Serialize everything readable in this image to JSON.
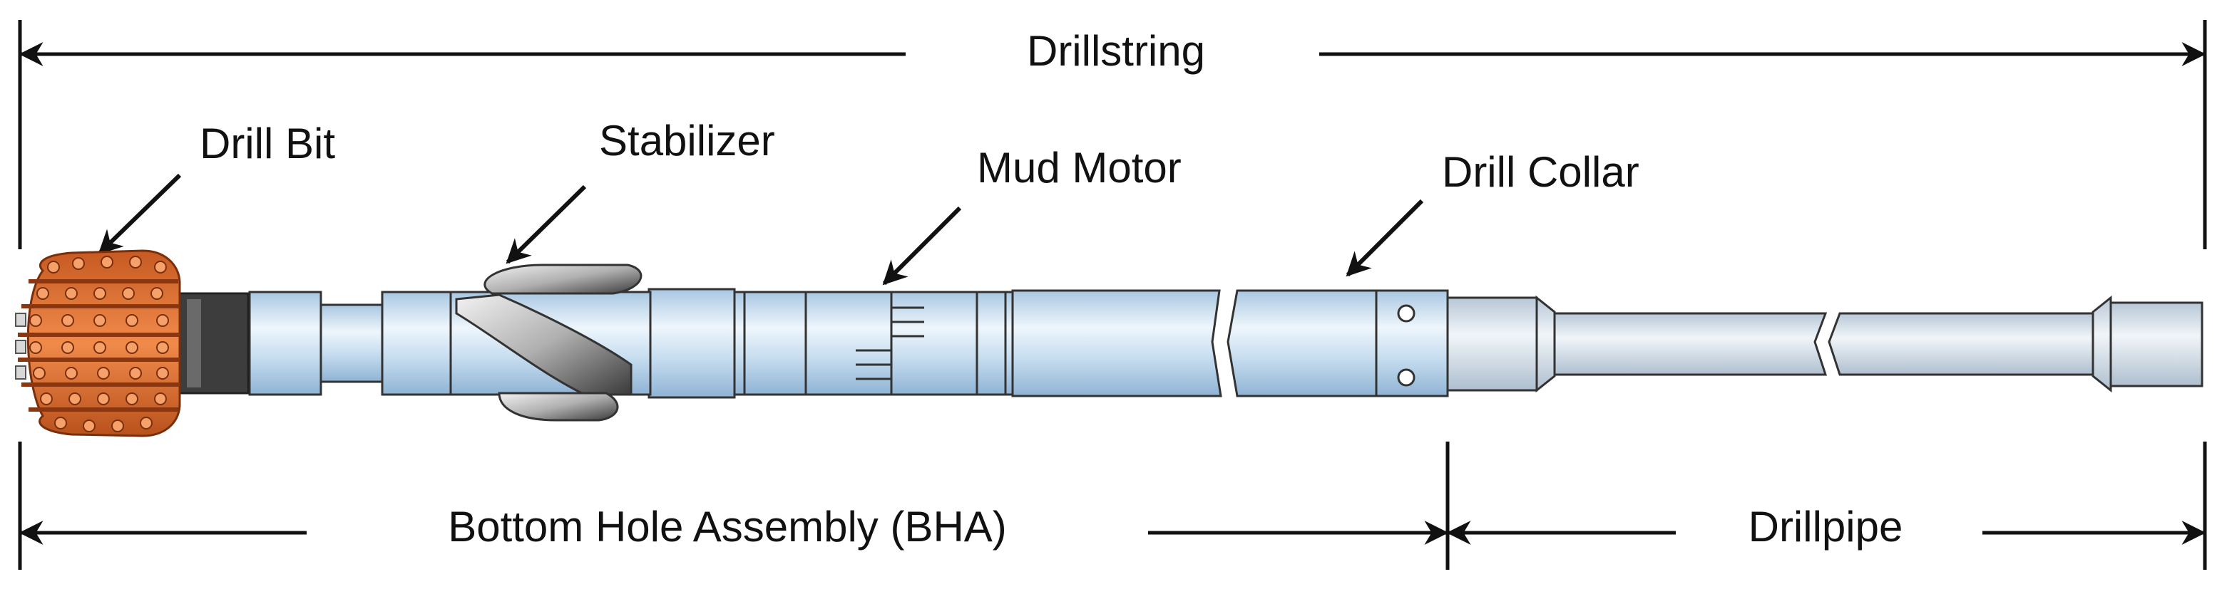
{
  "labels": {
    "drillstring": "Drillstring",
    "drill_bit": "Drill Bit",
    "stabilizer": "Stabilizer",
    "mud_motor": "Mud Motor",
    "drill_collar": "Drill Collar",
    "bha": "Bottom Hole Assembly (BHA)",
    "drillpipe": "Drillpipe"
  },
  "colors": {
    "pipe_fill": "#c5dcef",
    "pipe_highlight": "#eef6fc",
    "pipe_stroke": "#333333",
    "bit_orange": "#e8793a",
    "bit_dark": "#9a3d12",
    "stabilizer_dark": "#4a4a4a",
    "stabilizer_light": "#e6e6e6",
    "drillpipe_fill": "#d3dde6"
  }
}
